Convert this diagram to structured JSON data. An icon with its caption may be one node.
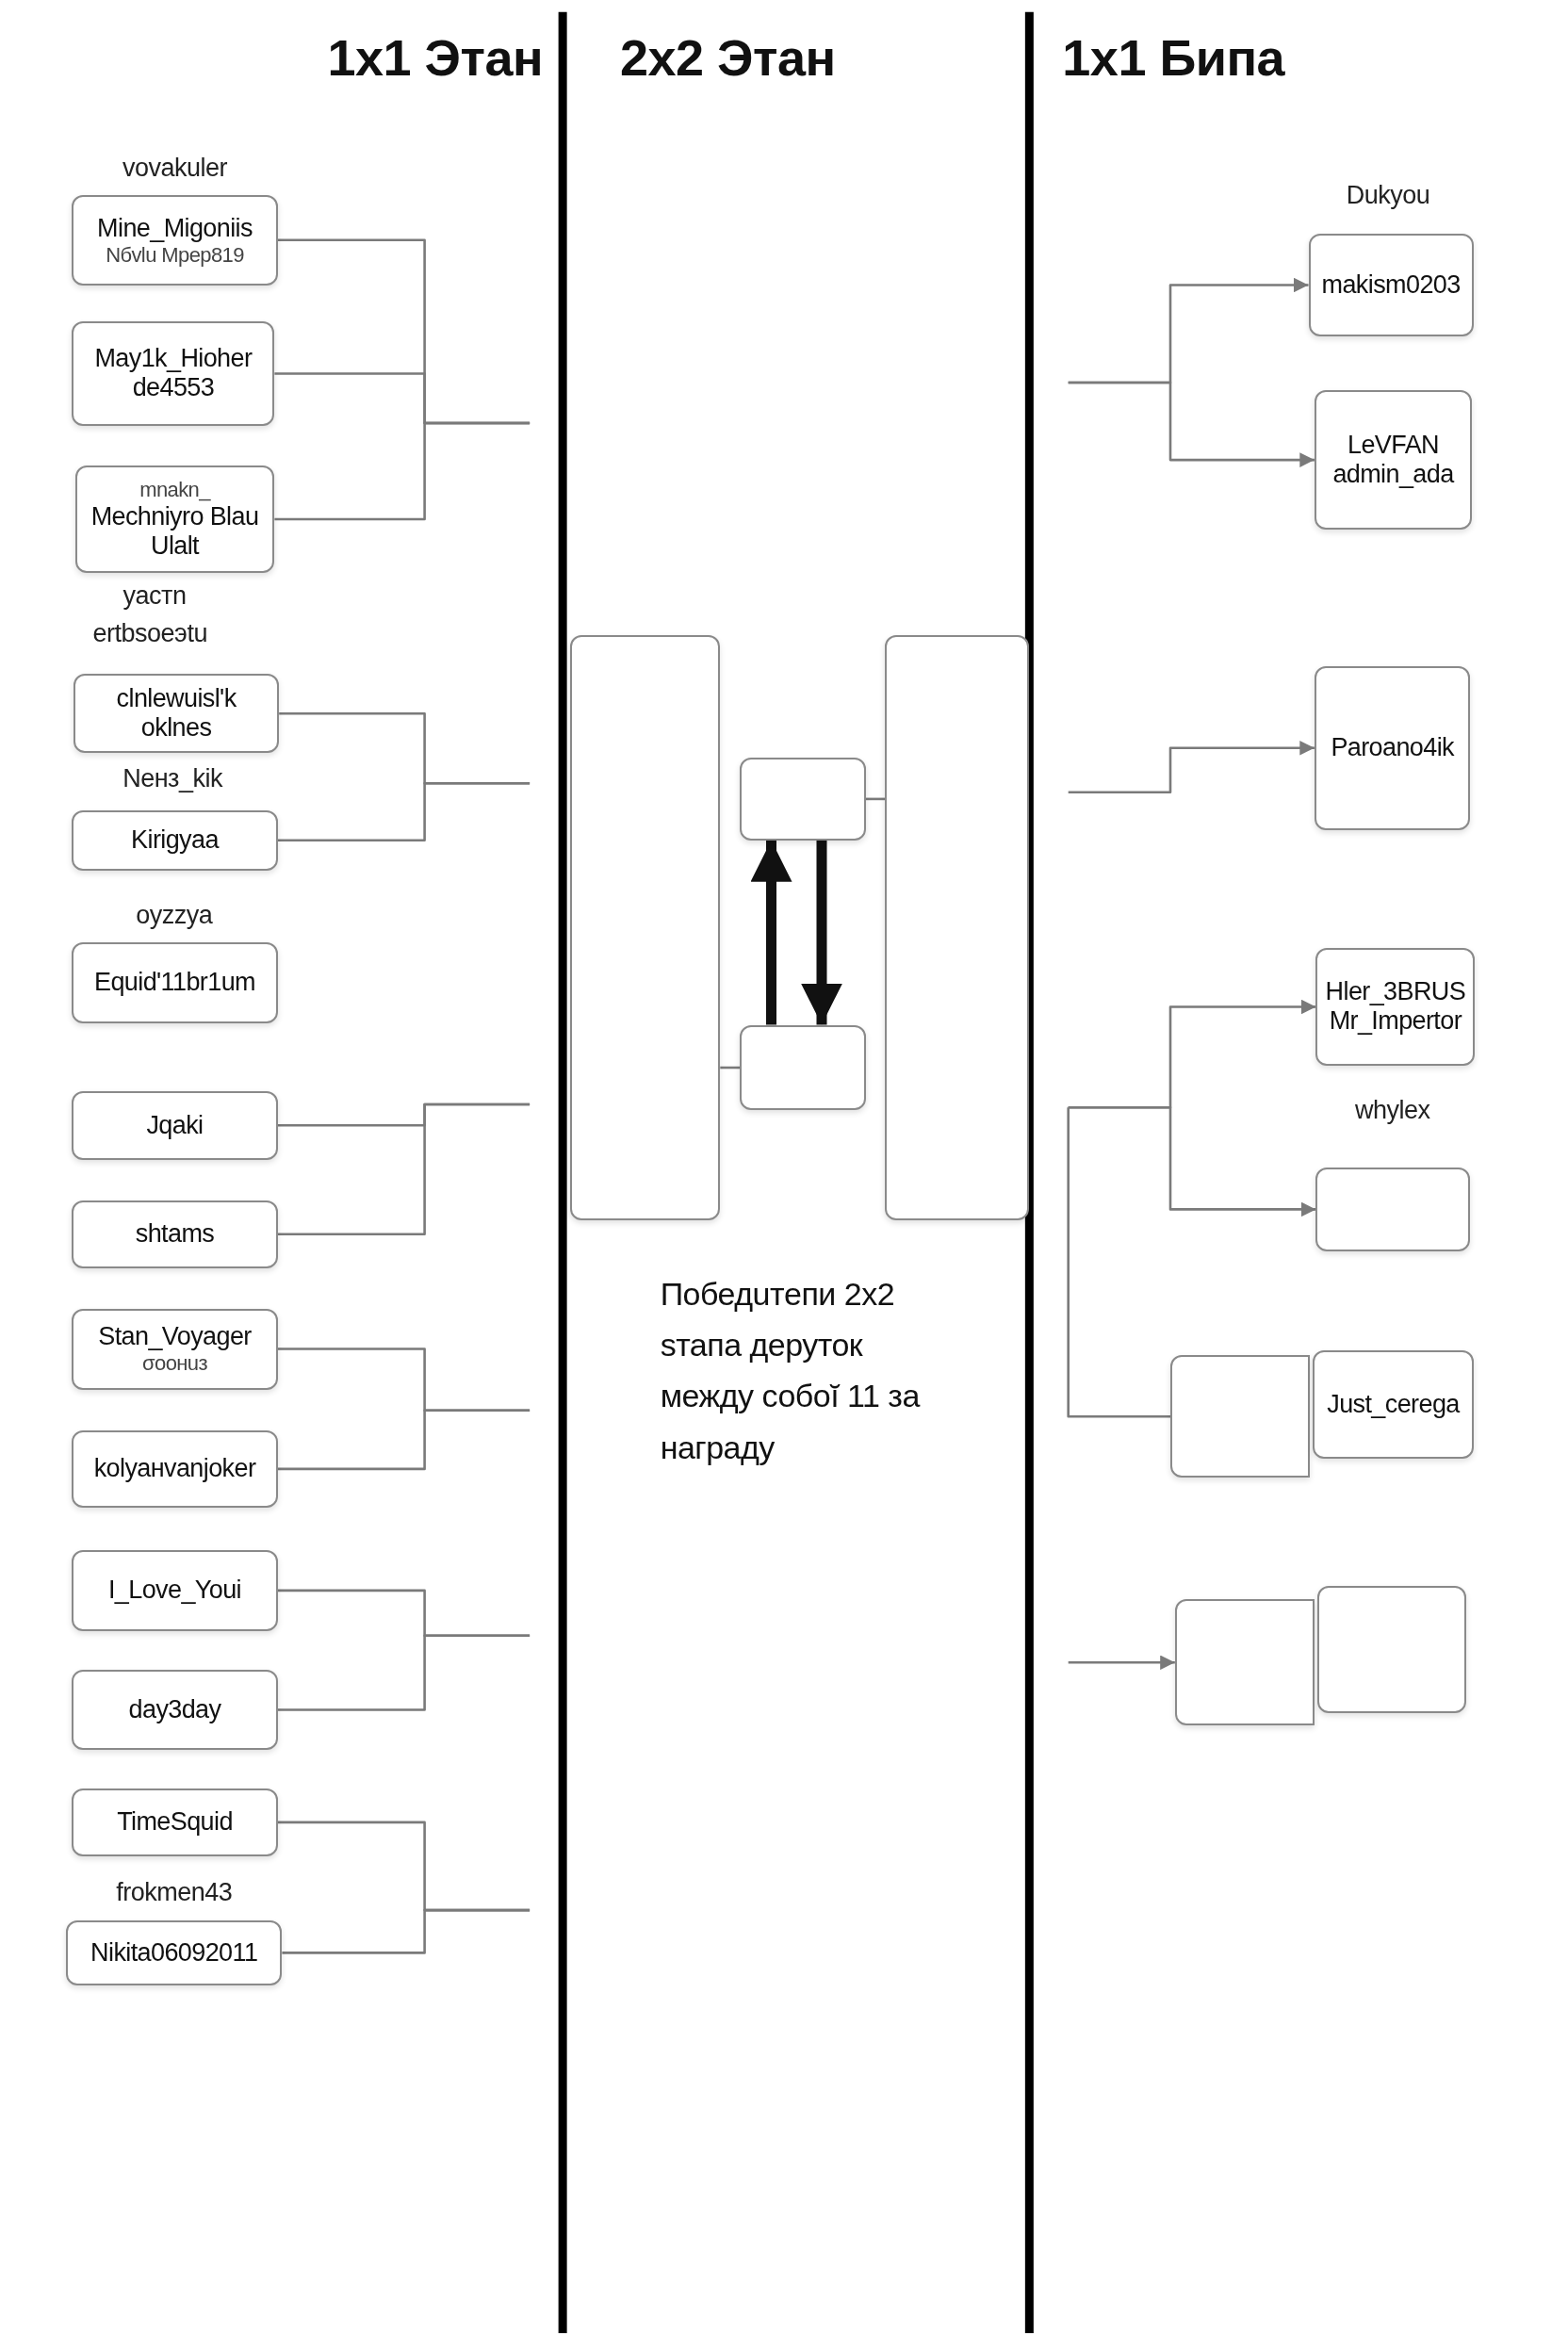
{
  "diagram": {
    "nodes": [
      {
        "text": [
          "Mine_Migoniis",
          "Nбvlu Mpep819"
        ],
        "beside": [
          "vovakuler"
        ]
      },
      {
        "text": [
          "May1k_Hioher de4553"
        ]
      },
      {
        "text": [
          "mnakn_",
          "Mechniyro Blau Ulalt"
        ]
      },
      {
        "text": [
          "clnlewuisl'k oklnes"
        ]
      },
      {
        "text": [
          "Kirigyaa"
        ]
      },
      {
        "text": [
          "Equid'11br1um"
        ]
      },
      {
        "text": [
          "Jqaki"
        ]
      },
      {
        "text": [
          "shtams"
        ]
      },
      {
        "text": [
          "Stan_Voyager",
          "σooнuз"
        ]
      },
      {
        "text": [
          "kolyaнvanjoker"
        ]
      },
      {
        "text": [
          "I_Love_Youi"
        ]
      },
      {
        "text": [
          "day3day"
        ]
      },
      {
        "text": [
          "TimeSquid"
        ]
      },
      {
        "text": [
          "Nikita06092011"
        ]
      },
      {
        "text": [],
        "shape": "box"
      },
      {
        "text": [],
        "shape": "box"
      },
      {
        "text": [],
        "shape": "box"
      },
      {
        "text": [],
        "shape": "box"
      },
      {
        "text": [
          "makism0203"
        ]
      },
      {
        "text": [
          "LeVFAN",
          "admin_ada"
        ]
      },
      {
        "text": [
          "Paroano4ik"
        ]
      },
      {
        "text": [
          "Hler_3BRUS Mr_Impertor"
        ]
      },
      {
        "text": [],
        "shape": "box"
      },
      {
        "text": [],
        "shape": "box"
      },
      {
        "text": [
          "Just_cerega"
        ]
      },
      {
        "text": [],
        "shape": "box"
      },
      {
        "text": [],
        "shape": "box"
      }
    ],
    "edges": [
      {
        "from": 0,
        "to": null,
        "arrow": "none"
      },
      {
        "from": 1,
        "to": null,
        "arrow": "none"
      },
      {
        "from": 2,
        "to": null,
        "arrow": "none"
      },
      {
        "from": 3,
        "to": null,
        "arrow": "none"
      },
      {
        "from": 4,
        "to": null,
        "arrow": "none"
      },
      {
        "from": 6,
        "to": null,
        "arrow": "none"
      },
      {
        "from": 7,
        "to": null,
        "arrow": "none"
      },
      {
        "from": 8,
        "to": null,
        "arrow": "none"
      },
      {
        "from": 9,
        "to": null,
        "arrow": "none"
      },
      {
        "from": 10,
        "to": null,
        "arrow": "none"
      },
      {
        "from": 11,
        "to": null,
        "arrow": "none"
      },
      {
        "from": 12,
        "to": null,
        "arrow": "none"
      },
      {
        "from": 13,
        "to": null,
        "arrow": "none"
      },
      {
        "from": 15,
        "to": 17,
        "arrow": "none"
      },
      {
        "from": 14,
        "to": 16,
        "arrow": "none"
      },
      {
        "from": 16,
        "to": 15,
        "arrow": "to",
        "style": "thick",
        "color": "#111111"
      },
      {
        "from": 15,
        "to": 16,
        "arrow": "to",
        "style": "thick",
        "color": "#111111"
      },
      {
        "from": null,
        "to": 18,
        "arrow": "to"
      },
      {
        "from": null,
        "to": 19,
        "arrow": "to"
      },
      {
        "from": null,
        "to": 20,
        "arrow": "to"
      },
      {
        "from": null,
        "to": 21,
        "arrow": "to"
      },
      {
        "from": null,
        "to": 22,
        "arrow": "to"
      },
      {
        "from": null,
        "to": 23,
        "arrow": "none"
      },
      {
        "from": null,
        "to": 25,
        "arrow": "to"
      }
    ],
    "labels": [
      "1x1 Этан",
      "2x2 Этан",
      "1x1 Бипа",
      "yacтn",
      "ertbsoeэtu",
      "Nенз_kik",
      "oyzzya",
      "frokmen43",
      "Победuтeпи 2x2 sтапа деруток между собоĭ 11 за награду",
      "Dukyou",
      "whylex"
    ]
  }
}
